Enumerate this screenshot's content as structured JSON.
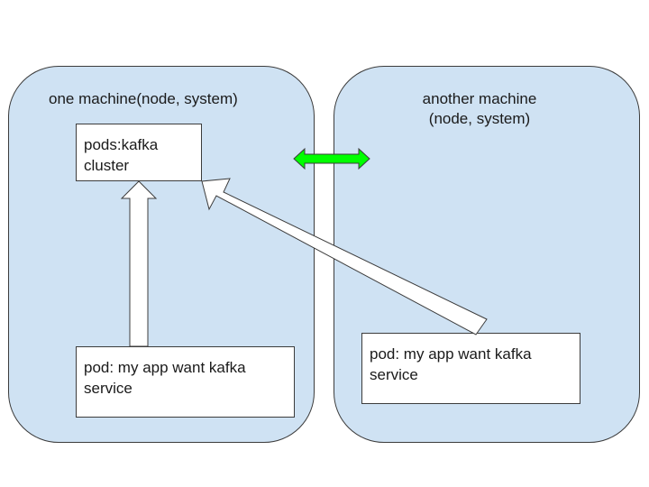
{
  "machines": {
    "left": {
      "title": "one machine(node, system)"
    },
    "right": {
      "title_line1": "another machine",
      "title_line2": "(node, system)"
    }
  },
  "boxes": {
    "kafka": {
      "line1": "pods:kafka",
      "line2": "cluster"
    },
    "app_left": {
      "line1": "pod: my app want kafka",
      "line2": "service"
    },
    "app_right": {
      "line1": "pod: my app want kafka",
      "line2": "service"
    }
  },
  "colors": {
    "machine_fill": "#cfe2f3",
    "outline": "#3c3c3c",
    "box_fill": "#ffffff",
    "link_arrow": "#00ff00"
  }
}
